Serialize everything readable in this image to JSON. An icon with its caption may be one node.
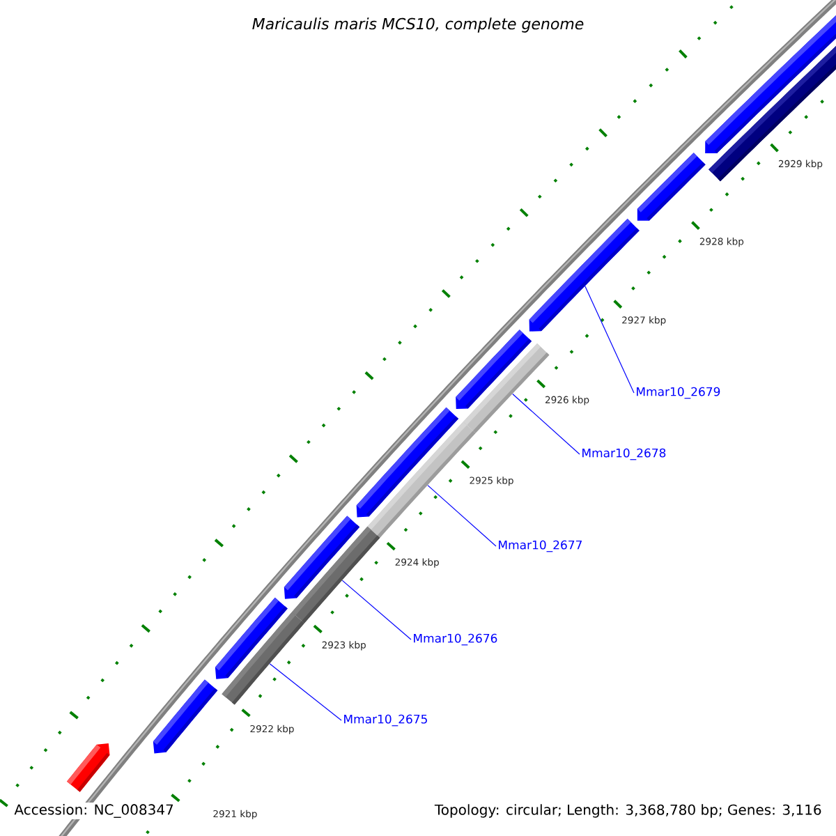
{
  "diagram": {
    "title": "Maricaulis maris MCS10, complete genome",
    "nodes": [
      {
        "text": [
          "Mmar10_2679"
        ]
      },
      {
        "text": [
          "Mmar10_2678"
        ]
      },
      {
        "text": [
          "Mmar10_2677"
        ]
      },
      {
        "text": [
          "Mmar10_2676"
        ]
      },
      {
        "text": [
          "Mmar10_2675"
        ]
      },
      {
        "text": [],
        "shape": "bar"
      },
      {
        "text": [],
        "shape": "bar"
      },
      {
        "text": [],
        "shape": "bar"
      },
      {
        "text": [],
        "shape": "bar"
      },
      {
        "text": [],
        "shape": "bar"
      },
      {
        "text": [],
        "shape": "bar"
      },
      {
        "text": [],
        "shape": "bar"
      },
      {
        "text": [],
        "shape": "bar"
      },
      {
        "text": [],
        "shape": "bar"
      },
      {
        "text": [],
        "shape": "bar"
      },
      {
        "text": [],
        "shape": "bar"
      },
      {
        "text": [],
        "shape": "bar"
      },
      {
        "text": [],
        "shape": "bar"
      },
      {
        "text": [],
        "shape": "bar"
      }
    ],
    "edges": [
      {
        "from": 0,
        "to": 8,
        "arrow": "none"
      },
      {
        "from": 1,
        "to": 10,
        "arrow": "none"
      },
      {
        "from": 2,
        "to": 12,
        "arrow": "none"
      },
      {
        "from": 3,
        "to": 14,
        "arrow": "none"
      },
      {
        "from": 4,
        "to": 16,
        "arrow": "none"
      }
    ],
    "labels": [
      "2929 kbp",
      "2928 kbp",
      "2927 kbp",
      "2926 kbp",
      "2925 kbp",
      "2924 kbp",
      "2923 kbp",
      "2922 kbp",
      "Accession: NC_008347",
      "2921 kbp",
      "Topology: circular; Length: 3,368,780 bp; Genes: 3,116"
    ]
  }
}
